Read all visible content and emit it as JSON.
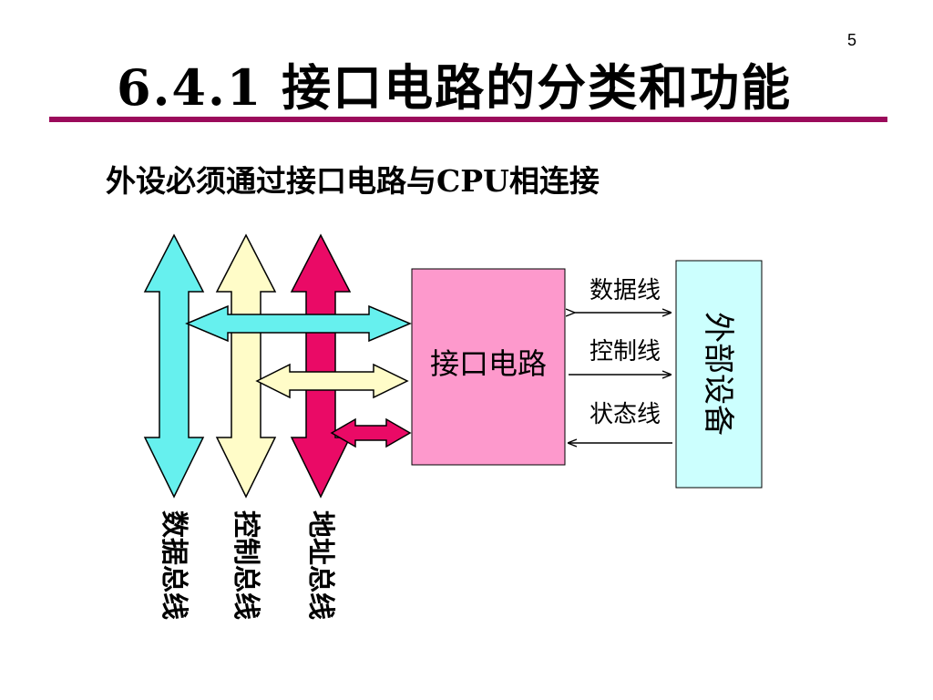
{
  "slide": {
    "page_number": "5",
    "title": "6.4.1 接口电路的分类和功能",
    "subtitle": "外设必须通过接口电路与CPU相连接"
  },
  "diagram": {
    "interface_box": "接口电路",
    "external_device": "外部设备",
    "lines": [
      "数据线",
      "控制线",
      "状态线"
    ],
    "buses": [
      "数据总线",
      "控制总线",
      "地址总线"
    ]
  },
  "colors": {
    "title_rule": "#9b0a5b",
    "data_bus": "#66f0ee",
    "control_bus": "#fffcc8",
    "address_bus": "#ea0a66",
    "interface_box": "#fd99cc",
    "external_device": "#ccfffe"
  }
}
